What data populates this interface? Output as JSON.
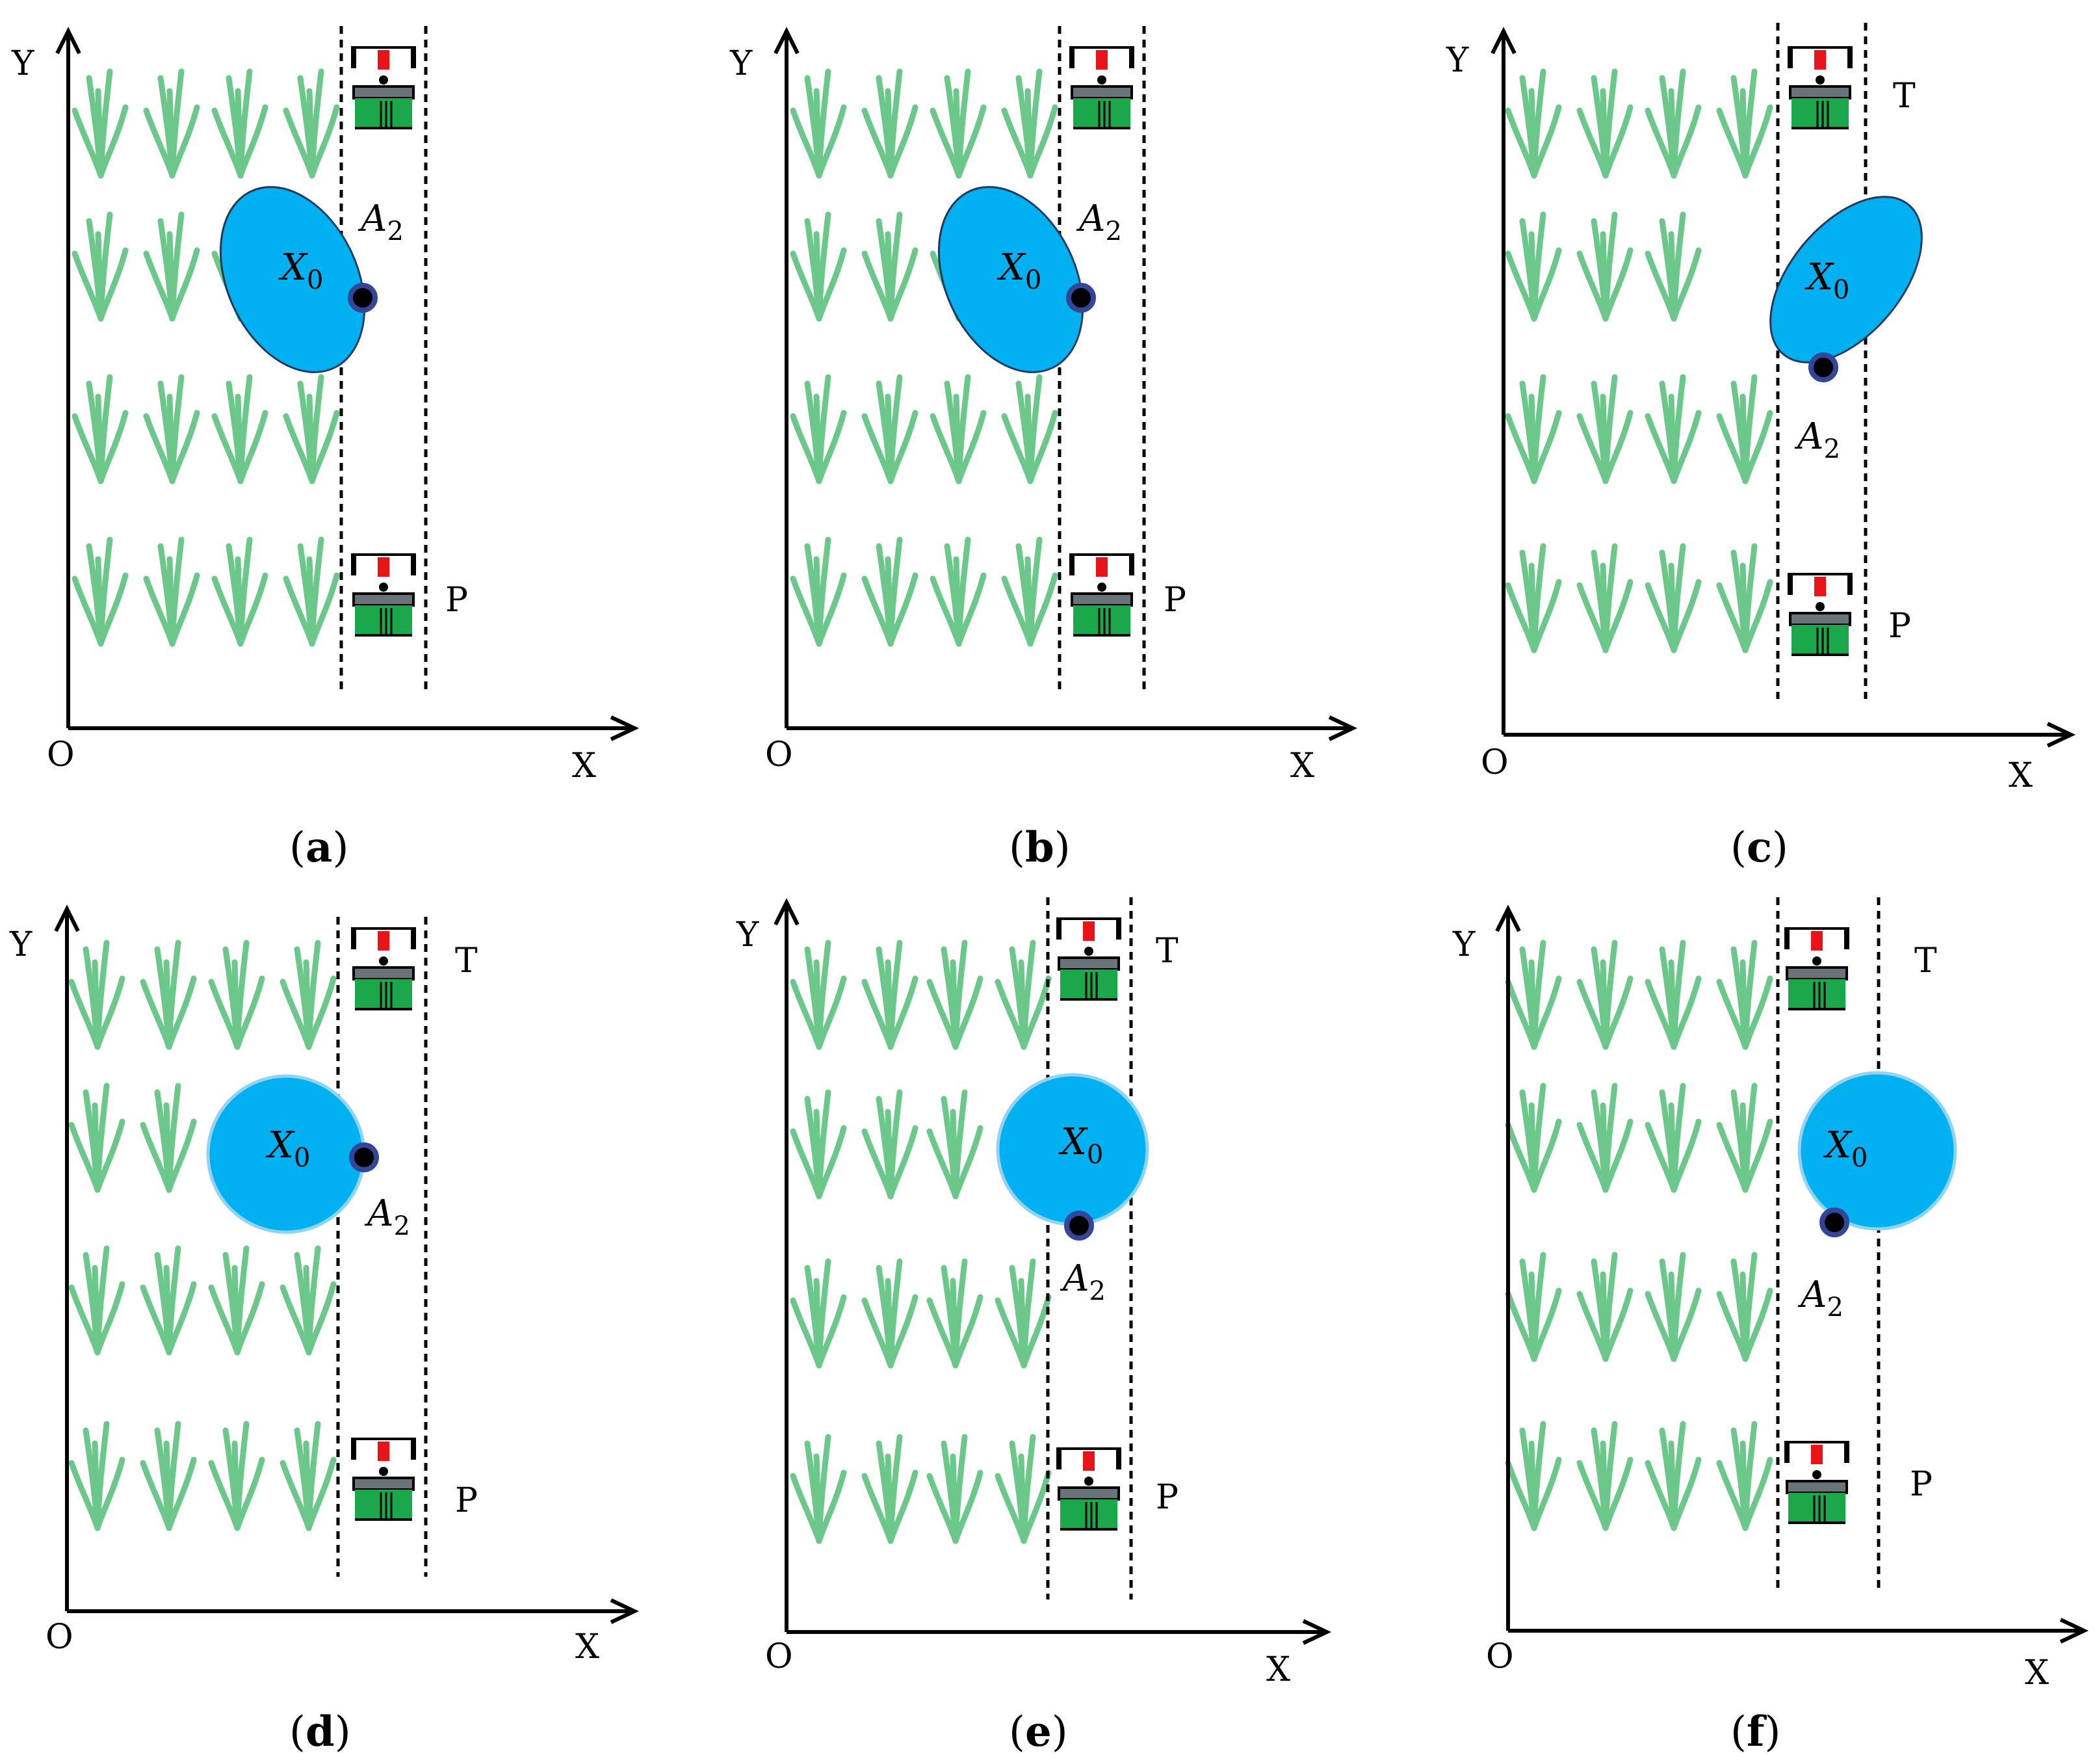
{
  "colors": {
    "background": "#ffffff",
    "crop": "#6cc88a",
    "zone": "#00b0f0",
    "point": "#000000",
    "point_ring": "#34469a",
    "robot_red": "#e8141a",
    "robot_green": "#1aa84a",
    "robot_gray": "#6a7478"
  },
  "panels": [
    {
      "id": "a",
      "caption": "a",
      "axis": {
        "origin": "O",
        "x": "X",
        "y": "Y"
      },
      "zone": {
        "label": "X",
        "sub": "0",
        "shape": "ellipse"
      },
      "point": {
        "label": "A",
        "sub": "2"
      },
      "robots": [
        {
          "id": "top",
          "label": ""
        },
        {
          "id": "bottom",
          "label": "P"
        }
      ]
    },
    {
      "id": "b",
      "caption": "b",
      "axis": {
        "origin": "O",
        "x": "X",
        "y": "Y"
      },
      "zone": {
        "label": "X",
        "sub": "0",
        "shape": "ellipse"
      },
      "point": {
        "label": "A",
        "sub": "2"
      },
      "robots": [
        {
          "id": "top",
          "label": ""
        },
        {
          "id": "bottom",
          "label": "P"
        }
      ]
    },
    {
      "id": "c",
      "caption": "c",
      "axis": {
        "origin": "O",
        "x": "X",
        "y": "Y"
      },
      "zone": {
        "label": "X",
        "sub": "0",
        "shape": "ellipse"
      },
      "point": {
        "label": "A",
        "sub": "2"
      },
      "robots": [
        {
          "id": "top",
          "label": "T"
        },
        {
          "id": "bottom",
          "label": "P"
        }
      ]
    },
    {
      "id": "d",
      "caption": "d",
      "axis": {
        "origin": "O",
        "x": "X",
        "y": "Y"
      },
      "zone": {
        "label": "X",
        "sub": "0",
        "shape": "circle"
      },
      "point": {
        "label": "A",
        "sub": "2"
      },
      "robots": [
        {
          "id": "top",
          "label": "T"
        },
        {
          "id": "bottom",
          "label": "P"
        }
      ]
    },
    {
      "id": "e",
      "caption": "e",
      "axis": {
        "origin": "O",
        "x": "X",
        "y": "Y"
      },
      "zone": {
        "label": "X",
        "sub": "0",
        "shape": "circle"
      },
      "point": {
        "label": "A",
        "sub": "2"
      },
      "robots": [
        {
          "id": "top",
          "label": "T"
        },
        {
          "id": "bottom",
          "label": "P"
        }
      ]
    },
    {
      "id": "f",
      "caption": "f",
      "axis": {
        "origin": "O",
        "x": "X",
        "y": "Y"
      },
      "zone": {
        "label": "X",
        "sub": "0",
        "shape": "circle"
      },
      "point": {
        "label": "A",
        "sub": "2"
      },
      "robots": [
        {
          "id": "top",
          "label": "T"
        },
        {
          "id": "bottom",
          "label": "P"
        }
      ]
    }
  ]
}
